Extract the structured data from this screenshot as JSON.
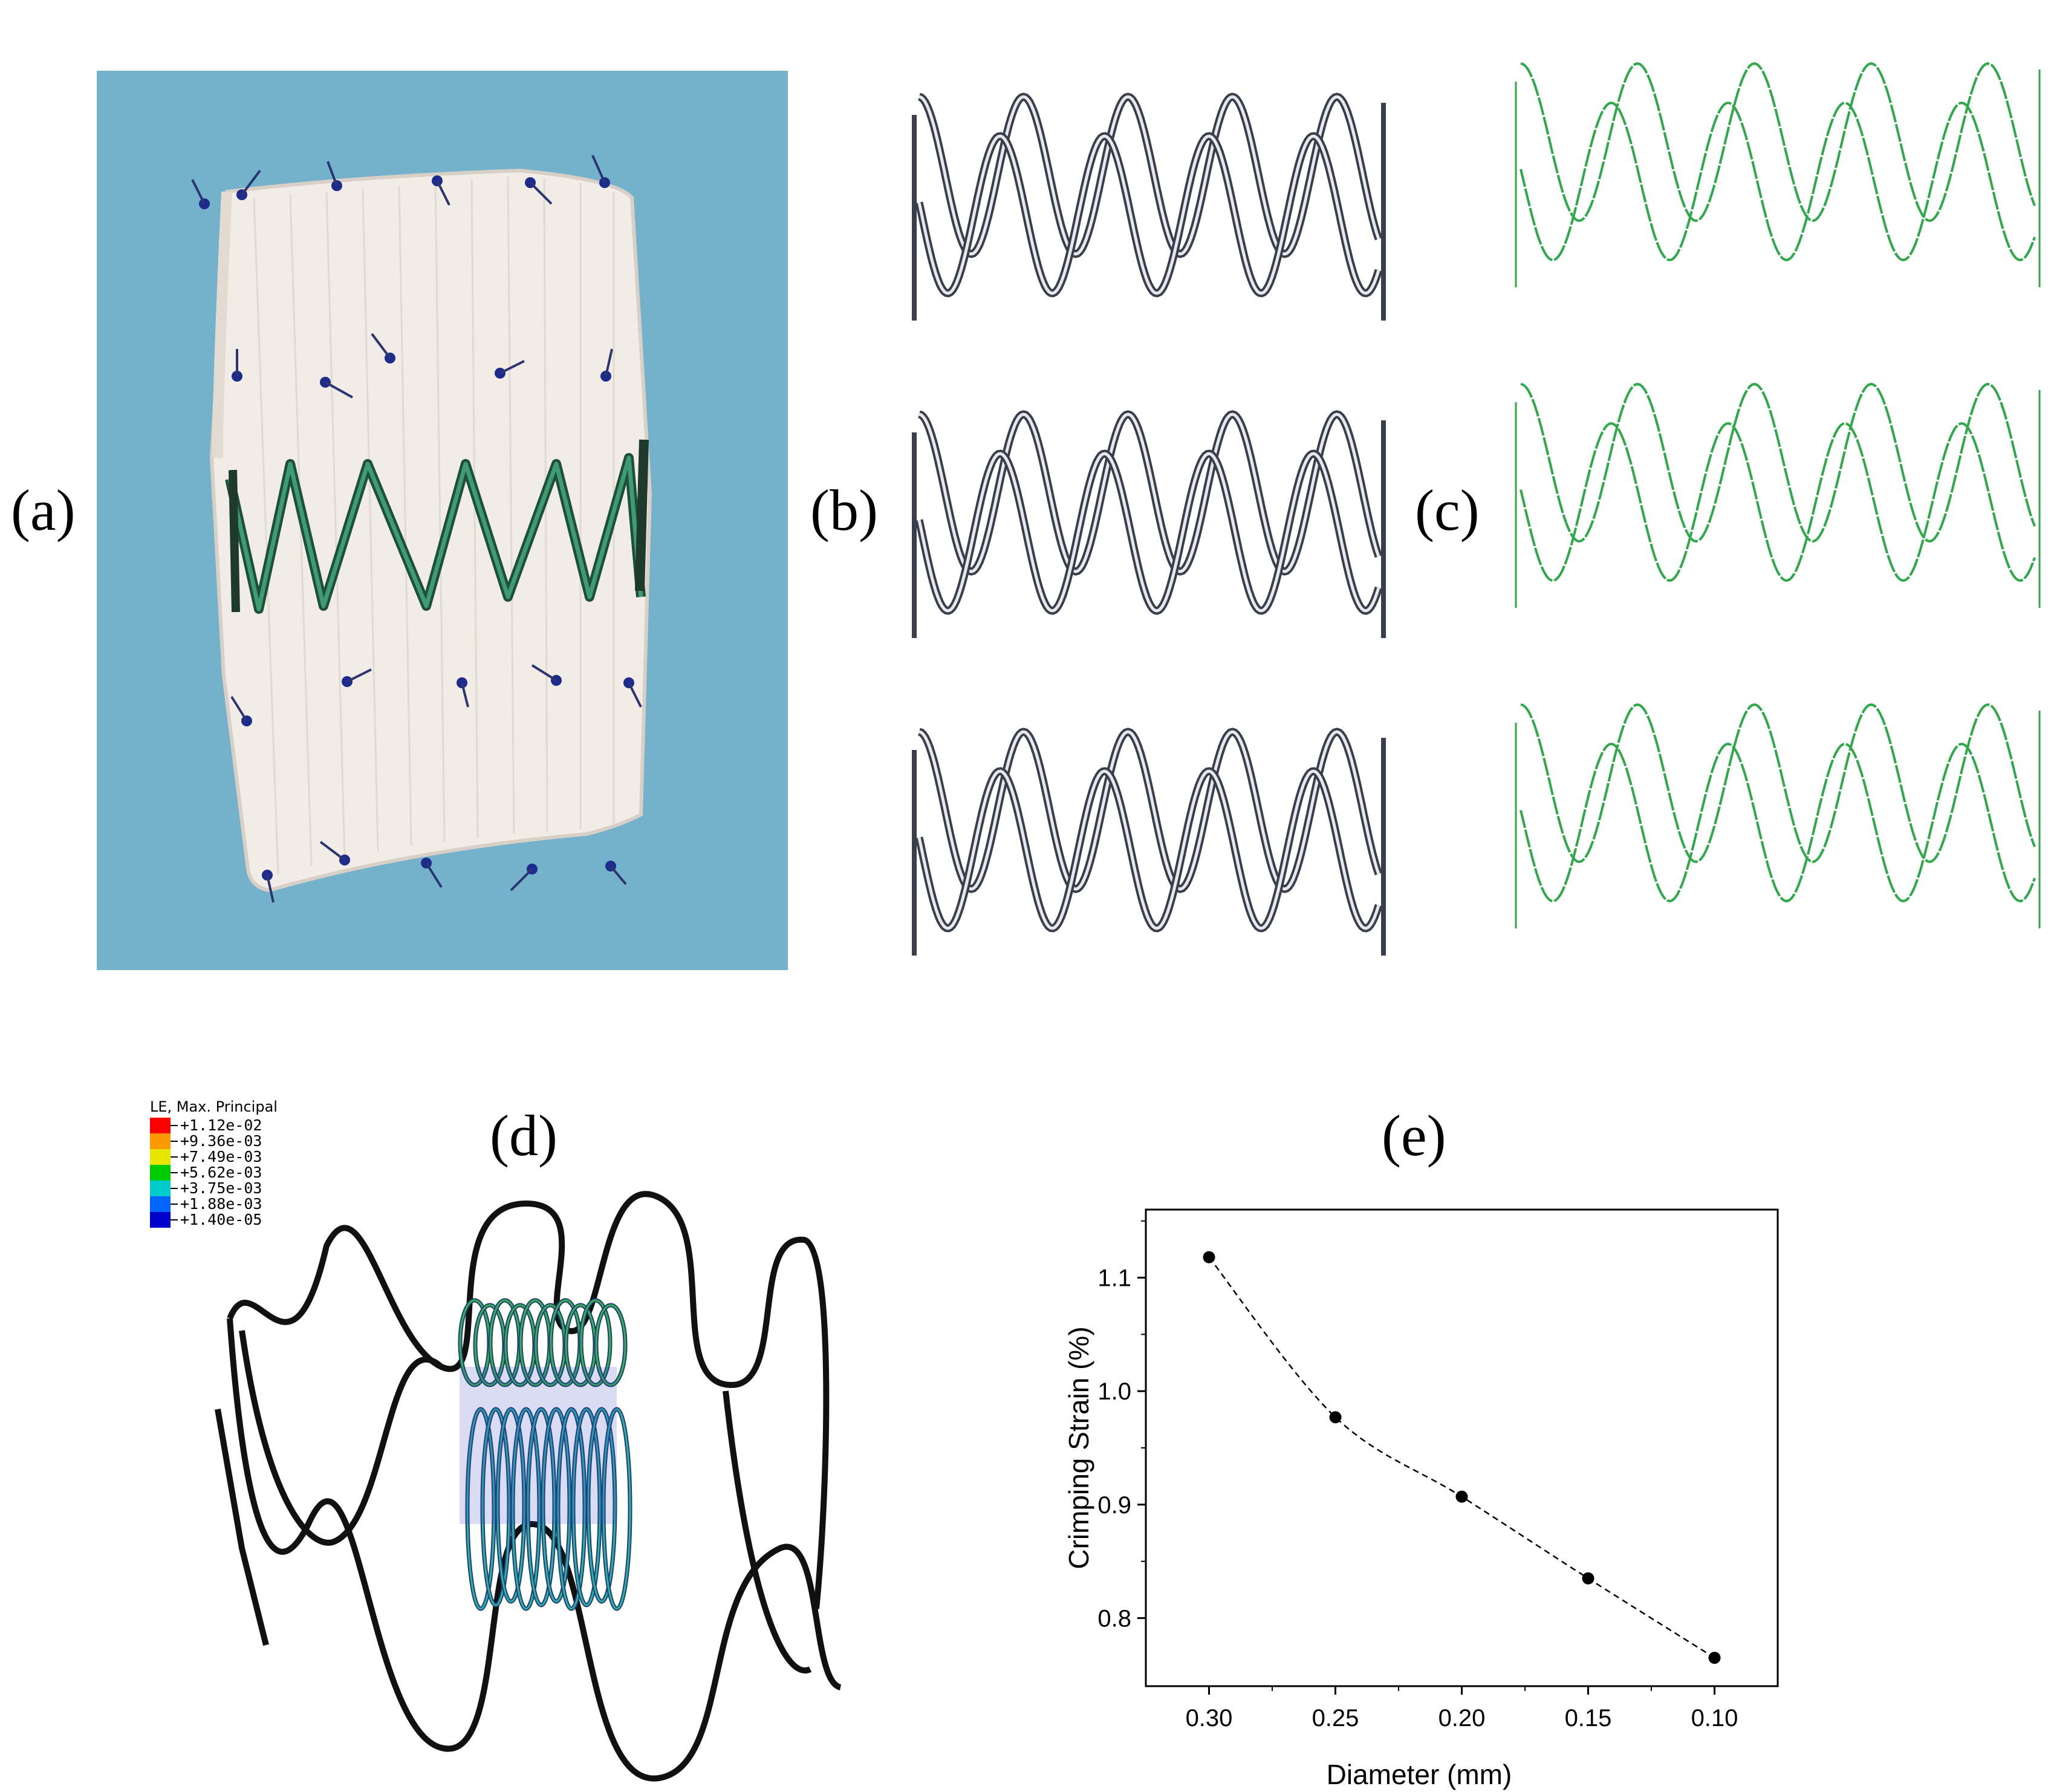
{
  "panels": {
    "a": {
      "label": "(a)"
    },
    "b": {
      "label": "(b)"
    },
    "c": {
      "label": "(c)"
    },
    "d": {
      "label": "(d)"
    },
    "e": {
      "label": "(e)"
    }
  },
  "legend": {
    "title": "LE, Max. Principal",
    "entries": [
      "+1.12e-02",
      "+9.36e-03",
      "+7.49e-03",
      "+5.62e-03",
      "+3.75e-03",
      "+1.88e-03",
      "+1.40e-05"
    ],
    "colors": [
      "#ff0000",
      "#ff9900",
      "#e6e600",
      "#00cc00",
      "#00cccc",
      "#0066ff",
      "#0000cc"
    ]
  },
  "colors": {
    "photo_background": "#74b2cc",
    "graft_fabric": "#f1ece5",
    "wire_gray": "#3a3e4a",
    "wire_green": "#2fa84a"
  },
  "chart_data": {
    "type": "scatter",
    "title": "",
    "xlabel": "Diameter (mm)",
    "ylabel": "Crimping Strain (%)",
    "x_reversed": true,
    "xlim": [
      0.325,
      0.075
    ],
    "ylim": [
      0.74,
      1.16
    ],
    "xticks": [
      "0.30",
      "0.25",
      "0.20",
      "0.15",
      "0.10"
    ],
    "yticks": [
      "0.8",
      "0.9",
      "1.0",
      "1.1"
    ],
    "x": [
      0.3,
      0.25,
      0.2,
      0.15,
      0.1
    ],
    "y": [
      1.118,
      0.977,
      0.907,
      0.835,
      0.765
    ],
    "line_style": "dashed",
    "grid": false
  }
}
